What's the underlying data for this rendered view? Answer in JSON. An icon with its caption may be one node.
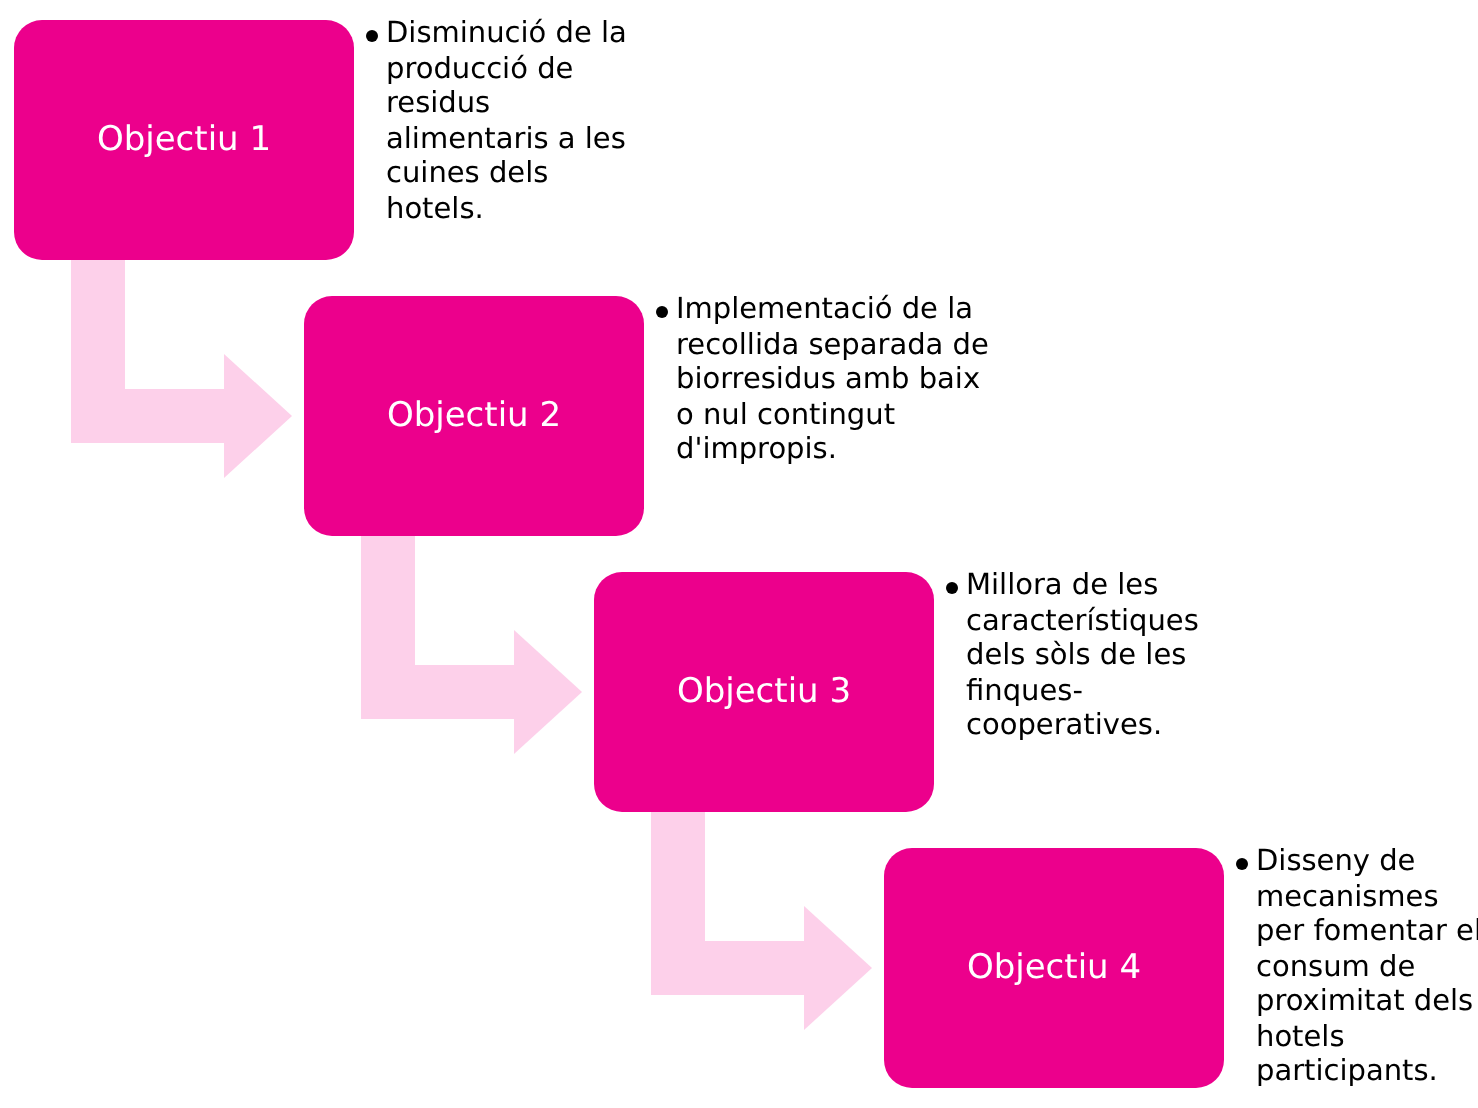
{
  "diagram": {
    "nodes": [
      {
        "text": [
          "Objectiu 1"
        ],
        "beside": [
          "Disminució de la producció de residus alimentaris a les cuines dels hotels."
        ]
      },
      {
        "text": [
          "Objectiu 2"
        ],
        "beside": [
          "Implementació de la recollida separada de biorresidus amb baix o nul contingut d'impropis."
        ]
      },
      {
        "text": [
          "Objectiu 3"
        ],
        "beside": [
          "Millora de les característiques dels sòls de les finques-cooperatives."
        ]
      },
      {
        "text": [
          "Objectiu 4"
        ],
        "beside": [
          "Disseny de mecanismes per fomentar el consum de proximitat dels hotels participants."
        ]
      }
    ],
    "edges": [
      {
        "from": 0,
        "to": 1,
        "arrow": "to"
      },
      {
        "from": 1,
        "to": 2,
        "arrow": "to"
      },
      {
        "from": 2,
        "to": 3,
        "arrow": "to"
      }
    ]
  }
}
